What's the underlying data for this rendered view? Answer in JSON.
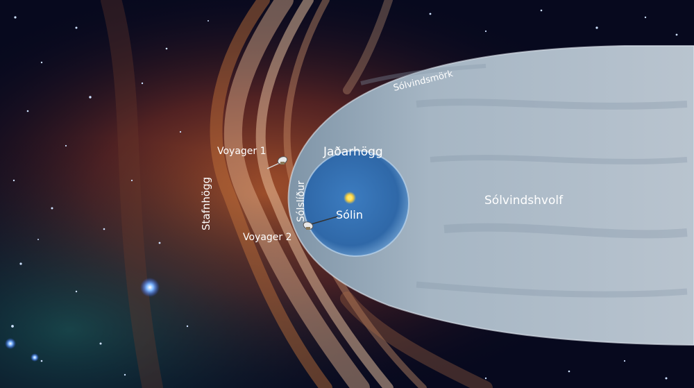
{
  "labels": {
    "heliosheath_edge": "Sólvindsmörk",
    "termination_shock": "Jaðarhögg",
    "heliosphere": "Sólvindshvolf",
    "sun": "Sólin",
    "heliopause": "Sólslíður",
    "bow_shock": "Stafnhögg",
    "voyager1": "Voyager 1",
    "voyager2": "Voyager 2"
  },
  "colors": {
    "space": "#05081a",
    "heliosphere_fill": "#9fb0bf",
    "termination_fill": "#3a78b8",
    "sun": "#ffd23a",
    "bow_shock_glow": "#e8b48c",
    "label": "#ffffff"
  }
}
